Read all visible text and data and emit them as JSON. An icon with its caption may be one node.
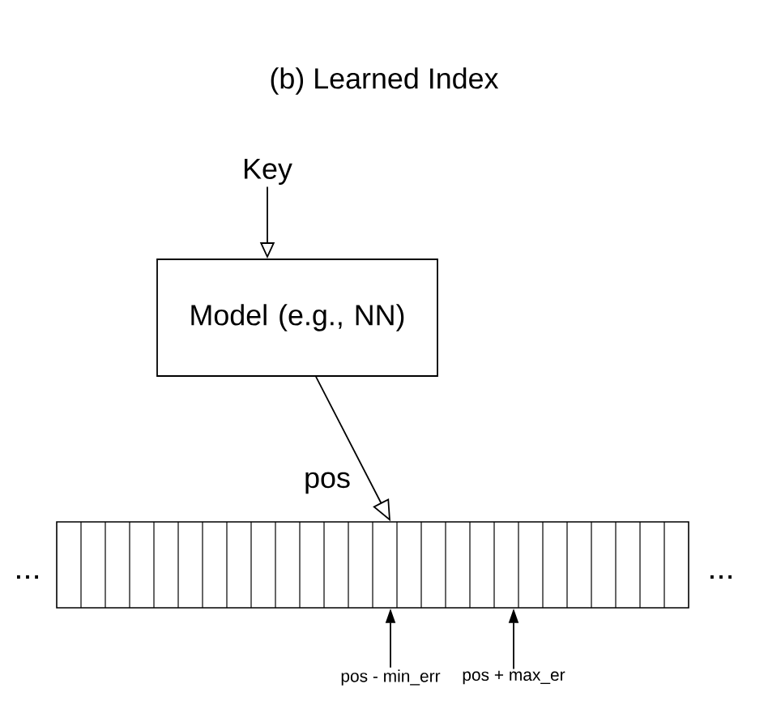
{
  "diagram": {
    "title": "(b) Learned Index",
    "nodes": [
      {
        "text": [
          "Key"
        ]
      },
      {
        "text": [
          "Model (e.g., NN)"
        ]
      },
      {
        "text": [],
        "shape": "bar"
      },
      {
        "text": [
          "pos - min_err"
        ]
      },
      {
        "text": [
          "pos + max_er"
        ]
      }
    ],
    "edges": [
      {
        "from": 0,
        "to": 1,
        "arrow": "to"
      },
      {
        "from": 1,
        "to": 2,
        "arrow": "to",
        "label": "pos"
      },
      {
        "from": 3,
        "to": 2,
        "arrow": "to"
      },
      {
        "from": 4,
        "to": 2,
        "arrow": "to"
      }
    ],
    "labels": [
      "...",
      "..."
    ]
  }
}
